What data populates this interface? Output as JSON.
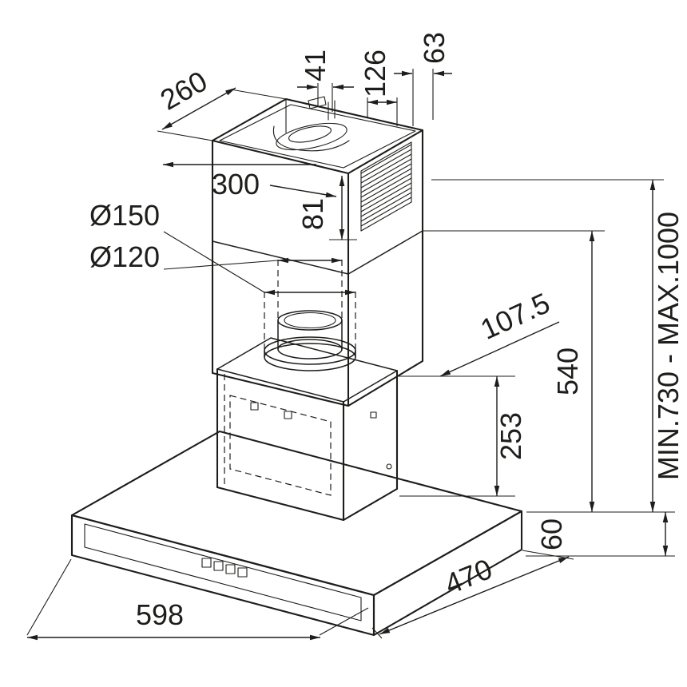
{
  "drawing": {
    "background": "#ffffff",
    "line_color": "#1d1d1b",
    "labels": {
      "chimney_depth": "260",
      "cable_bracket_width": "41",
      "outlet_offset": "126",
      "wall_clearance": "63",
      "chimney_width": "300",
      "flue_stub_height": "81",
      "flange_diameter": "Ø150",
      "duct_diameter": "Ø120",
      "outlet_to_back": "107.5",
      "chimney_height": "540",
      "mounting_height_range": "MIN.730 - MAX.1000",
      "body_height": "253",
      "canopy_thickness": "60",
      "canopy_depth": "470",
      "canopy_width": "598"
    }
  }
}
